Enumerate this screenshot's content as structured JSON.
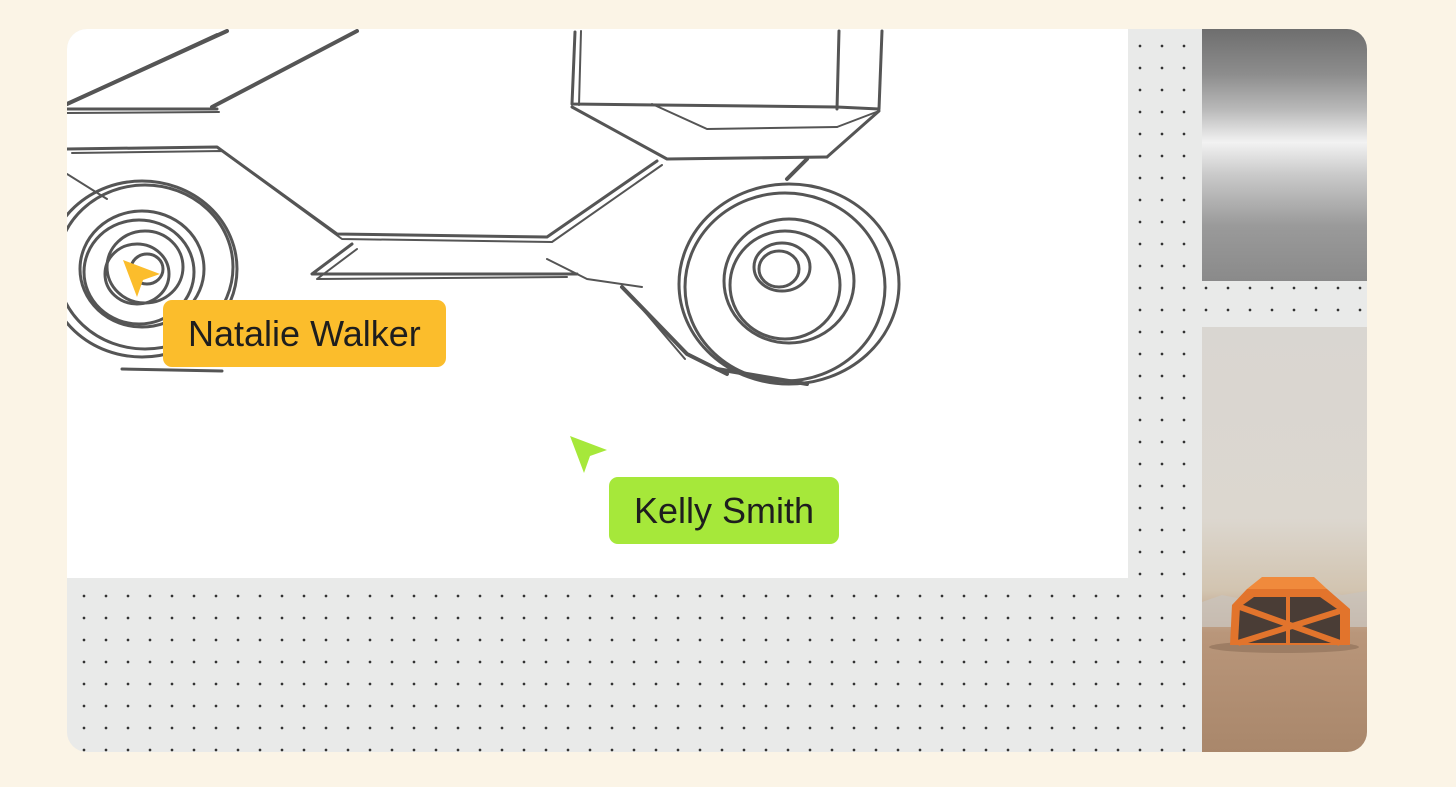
{
  "collaborators": [
    {
      "name": "Natalie Walker",
      "color": "#fbbd2c"
    },
    {
      "name": "Kelly Smith",
      "color": "#a6e83a"
    }
  ],
  "canvas": {
    "background": "#e9eae9",
    "artboard_color": "#ffffff",
    "page_background": "#fbf4e6"
  },
  "thumbnails": [
    {
      "icon": "metal-texture-thumbnail"
    },
    {
      "icon": "desert-tent-thumbnail"
    }
  ]
}
